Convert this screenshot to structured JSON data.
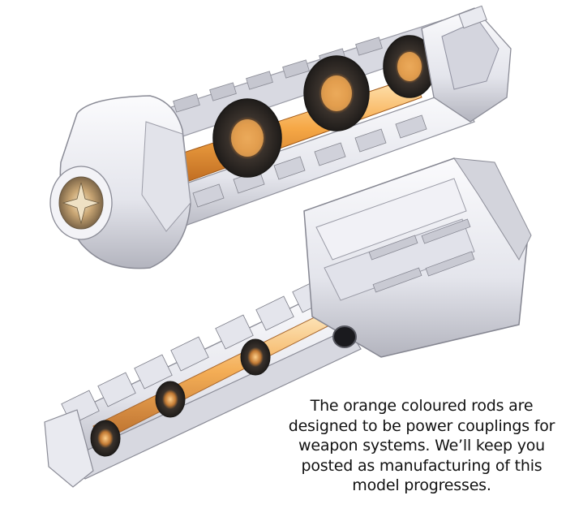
{
  "caption": {
    "lines": [
      "The orange coloured rods are",
      "designed to be power couplings for",
      "weapon systems. We’ll keep you",
      "posted as manufacturing of this",
      "model progresses."
    ]
  },
  "colors": {
    "background": "#ffffff",
    "body": "#eeeef3",
    "body_shadow": "#b9bac3",
    "rod": "#f4a445",
    "rod_highlight": "#ffe9c4",
    "ring": "#2f2b28"
  }
}
